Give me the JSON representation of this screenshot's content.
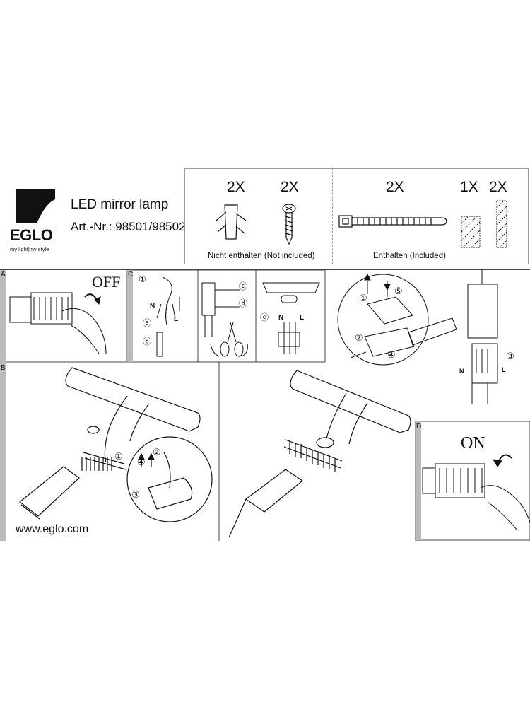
{
  "brand": {
    "name": "EGLO",
    "tagline": "my light|my style",
    "website": "www.eglo.com"
  },
  "product": {
    "title": "LED mirror lamp",
    "article": "Art.-Nr.: 98501/98502"
  },
  "parts_table": {
    "not_included": {
      "caption": "Nicht enthalten (Not included)",
      "qty_plug": "2X",
      "qty_screw": "2X"
    },
    "included": {
      "caption": "Enthalten (Included)",
      "qty_tie": "2X",
      "qty_pad1": "1X",
      "qty_pad2": "2X"
    }
  },
  "sections": {
    "a": "A",
    "b": "B",
    "c": "C",
    "d": "D"
  },
  "labels": {
    "off": "OFF",
    "on": "ON",
    "step1": "①",
    "step2": "②",
    "step3": "③",
    "step4": "④",
    "step5": "⑤",
    "sub_a": "ⓐ",
    "sub_b": "ⓑ",
    "sub_c": "ⓒ",
    "sub_d": "ⓓ",
    "sub_e": "ⓔ",
    "n": "N",
    "l": "L"
  },
  "colors": {
    "ink": "#111111",
    "frame": "#999999",
    "shade": "#bbbbbb"
  }
}
